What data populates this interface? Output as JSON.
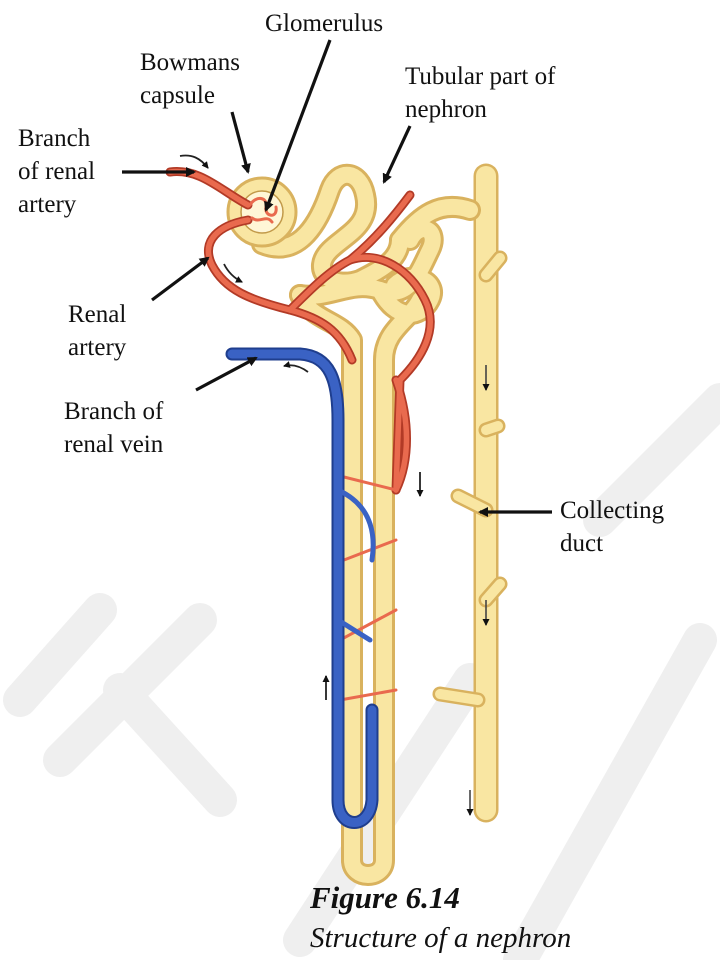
{
  "labels": {
    "glomerulus": "Glomerulus",
    "bowmans_capsule": [
      "Bowmans",
      "capsule"
    ],
    "tubular_part": [
      "Tubular part of",
      "nephron"
    ],
    "branch_renal_artery": [
      "Branch",
      "of renal",
      "artery"
    ],
    "renal_artery": [
      "Renal",
      "artery"
    ],
    "branch_renal_vein": [
      "Branch of",
      "renal vein"
    ],
    "collecting_duct": [
      "Collecting",
      "duct"
    ]
  },
  "figure": {
    "number": "Figure 6.14",
    "caption": "Structure of a nephron"
  },
  "colors": {
    "tubule": "#f9e6a2",
    "tubule_outline": "#d9b25e",
    "artery": "#e96a4e",
    "artery_outline": "#b23a26",
    "vein": "#3a62c4",
    "vein_outline": "#1f3e8e",
    "watermark": "#ededed"
  }
}
